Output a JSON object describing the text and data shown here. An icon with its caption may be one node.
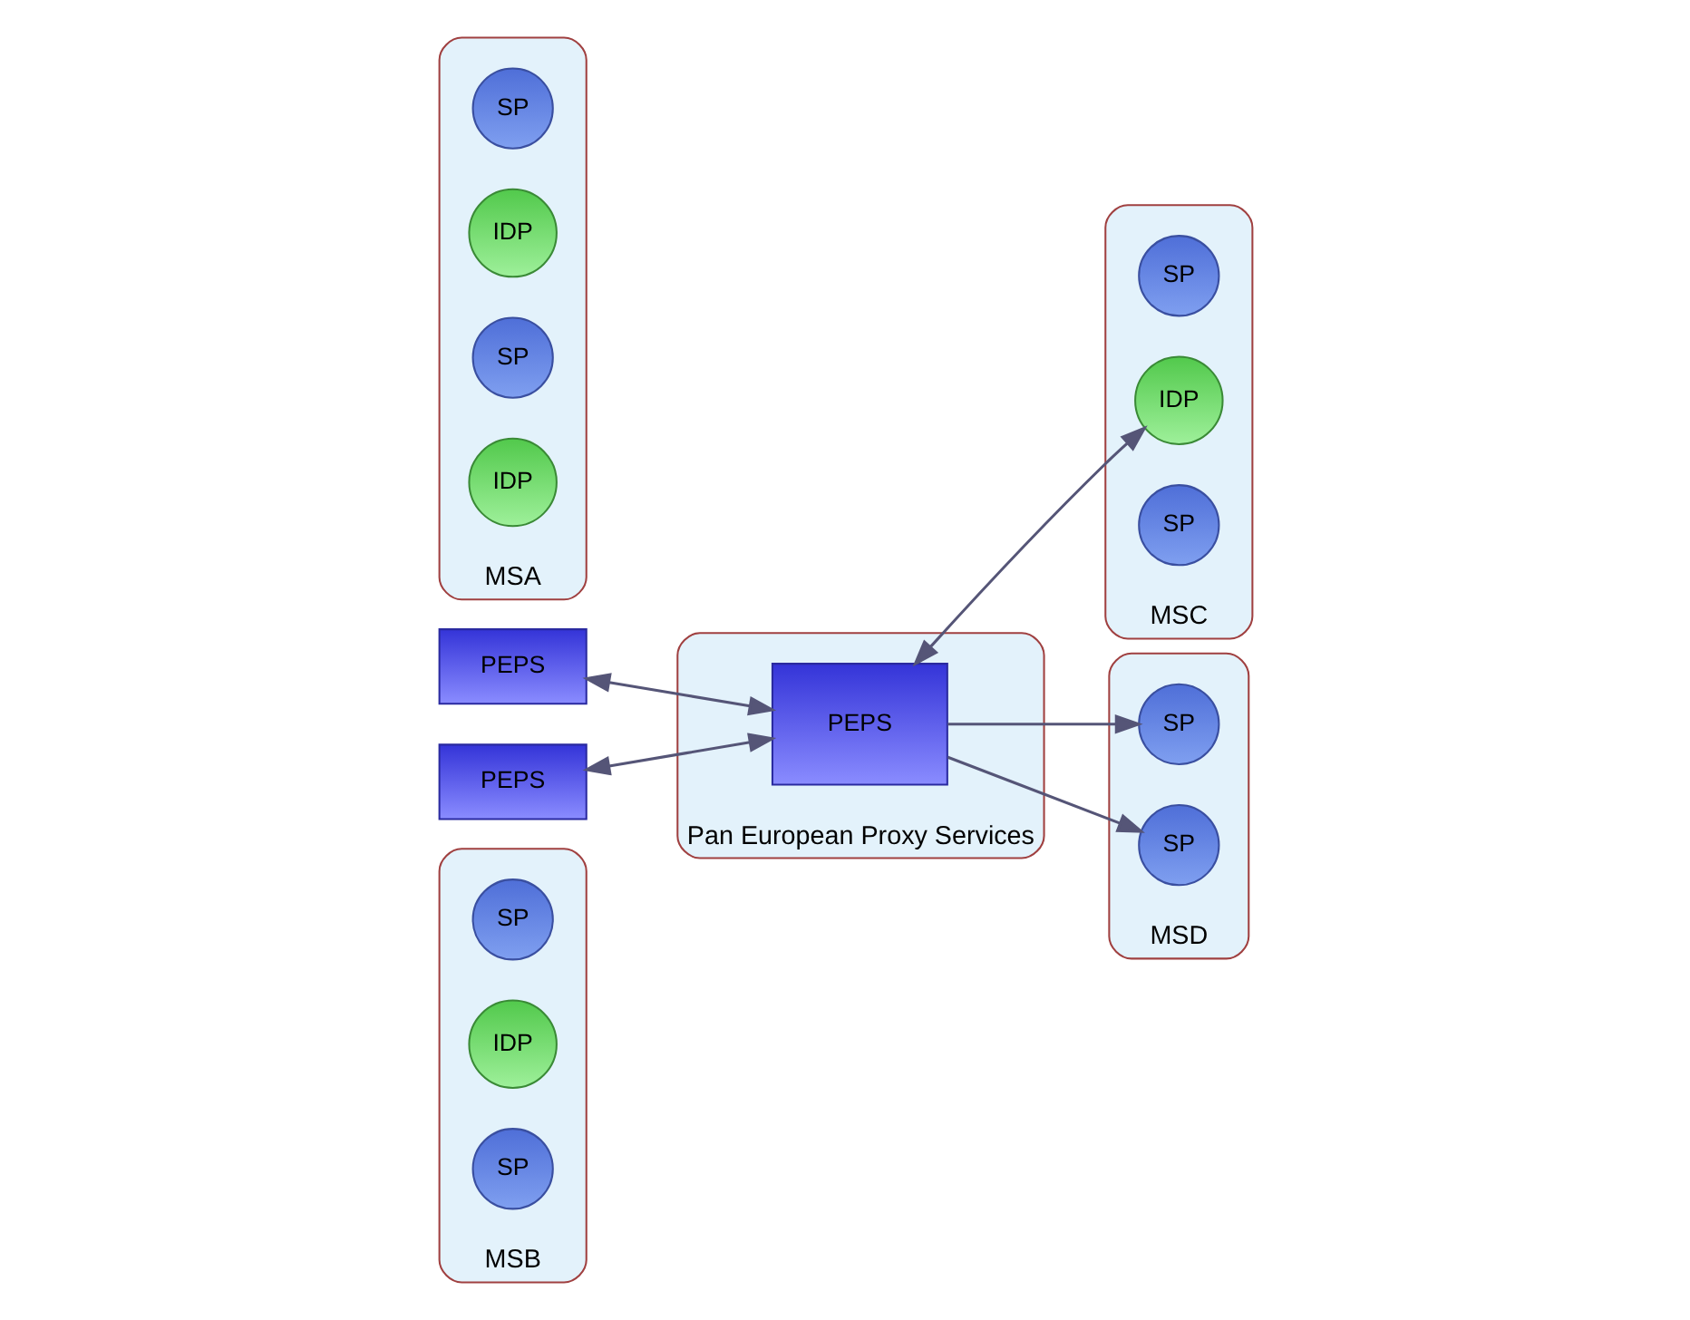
{
  "diagram": {
    "nodes": [
      {
        "text": [
          "MSB"
        ]
      },
      {
        "text": [
          "SP"
        ],
        "in": 0
      },
      {
        "text": [
          "IDP"
        ],
        "in": 0
      },
      {
        "text": [
          "SP"
        ],
        "in": 0
      },
      {
        "text": [
          "PEPS"
        ]
      },
      {
        "text": [
          "MSA"
        ]
      },
      {
        "text": [
          "SP"
        ],
        "in": 5
      },
      {
        "text": [
          "IDP"
        ],
        "in": 5
      },
      {
        "text": [
          "SP"
        ],
        "in": 5
      },
      {
        "text": [
          "IDP"
        ],
        "in": 5
      },
      {
        "text": [
          "PEPS"
        ]
      },
      {
        "text": [
          "Pan European Proxy Services"
        ]
      },
      {
        "text": [
          "PEPS"
        ],
        "in": 11
      },
      {
        "text": [
          "MSC"
        ]
      },
      {
        "text": [
          "SP"
        ],
        "in": 13
      },
      {
        "text": [
          "IDP"
        ],
        "in": 13
      },
      {
        "text": [
          "SP"
        ],
        "in": 13
      },
      {
        "text": [
          "MSD"
        ]
      },
      {
        "text": [
          "SP"
        ],
        "in": 17
      },
      {
        "text": [
          "SP"
        ],
        "in": 17
      }
    ],
    "edges": [
      {
        "from": 4,
        "to": 12,
        "arrow": "both"
      },
      {
        "from": 10,
        "to": 12,
        "arrow": "both"
      },
      {
        "from": 12,
        "to": 15,
        "arrow": "both"
      },
      {
        "from": 12,
        "to": 18,
        "arrow": "to"
      },
      {
        "from": 12,
        "to": 19,
        "arrow": "to"
      }
    ]
  }
}
